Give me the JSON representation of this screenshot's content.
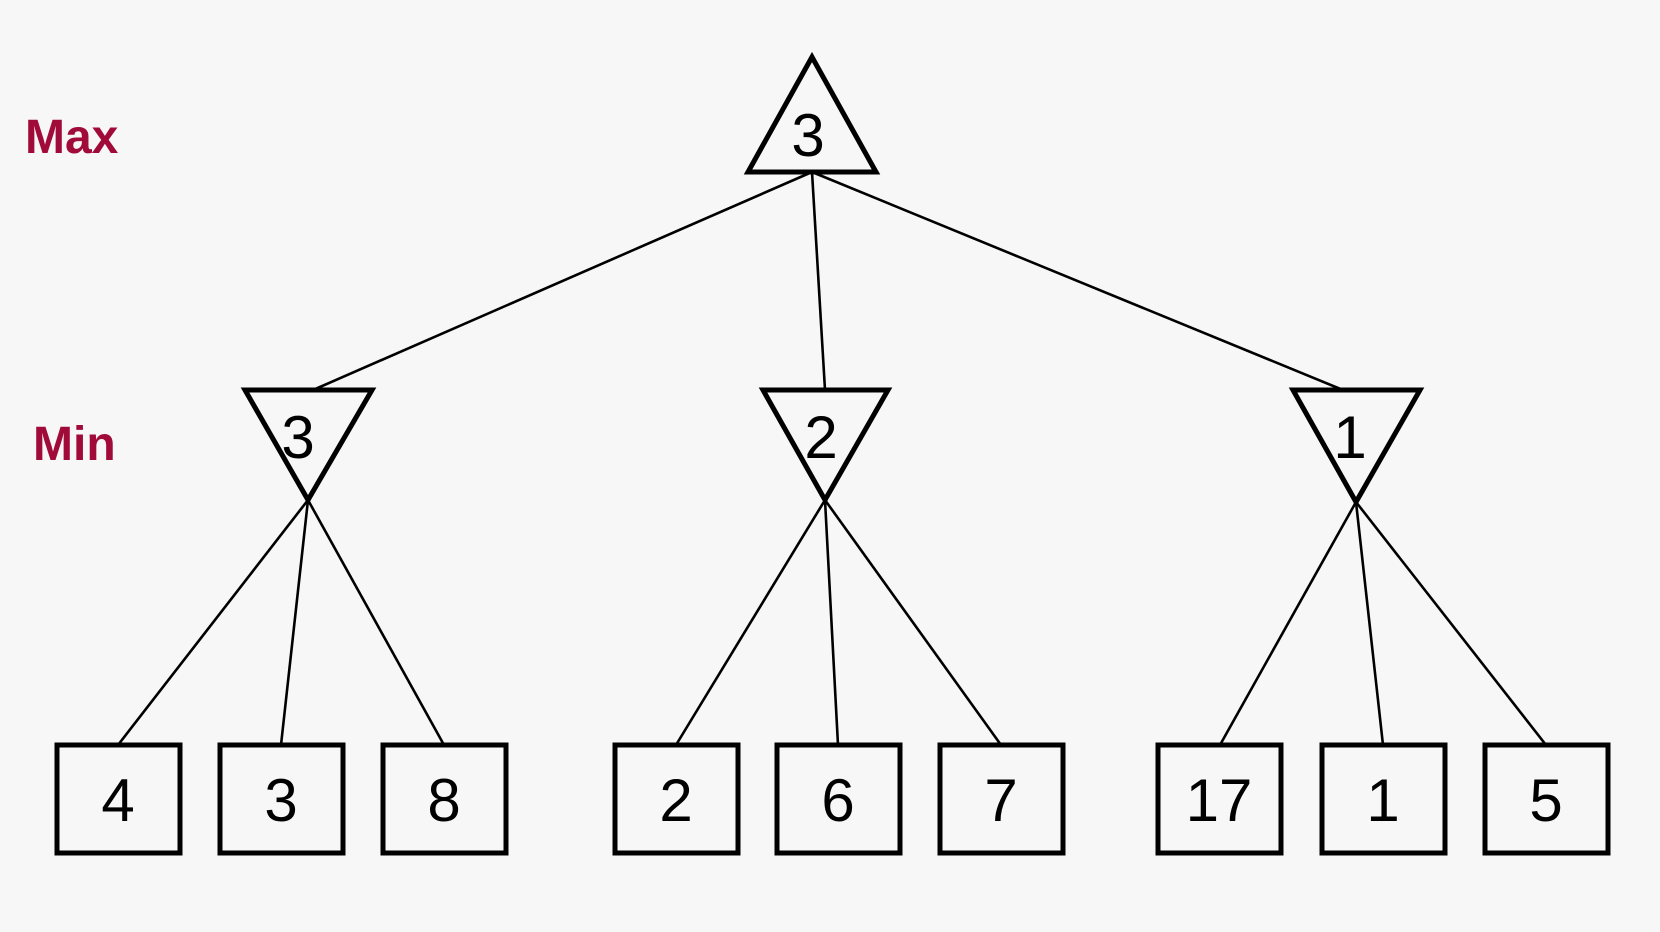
{
  "diagram_title": "minimax-game-tree",
  "labels": {
    "max": "Max",
    "min": "Min"
  },
  "tree": {
    "root": {
      "type": "max",
      "shape": "triangle-up",
      "value": "3"
    },
    "min_nodes": [
      {
        "type": "min",
        "shape": "triangle-down",
        "value": "3",
        "leaves": [
          "4",
          "3",
          "8"
        ]
      },
      {
        "type": "min",
        "shape": "triangle-down",
        "value": "2",
        "leaves": [
          "2",
          "6",
          "7"
        ]
      },
      {
        "type": "min",
        "shape": "triangle-down",
        "value": "1",
        "leaves": [
          "17",
          "1",
          "5"
        ]
      }
    ]
  },
  "colors": {
    "background": "#f7f7f7",
    "line": "#000000",
    "node_fill": "#f7f7f7",
    "text": "#000000",
    "label": "#a00b3a"
  }
}
